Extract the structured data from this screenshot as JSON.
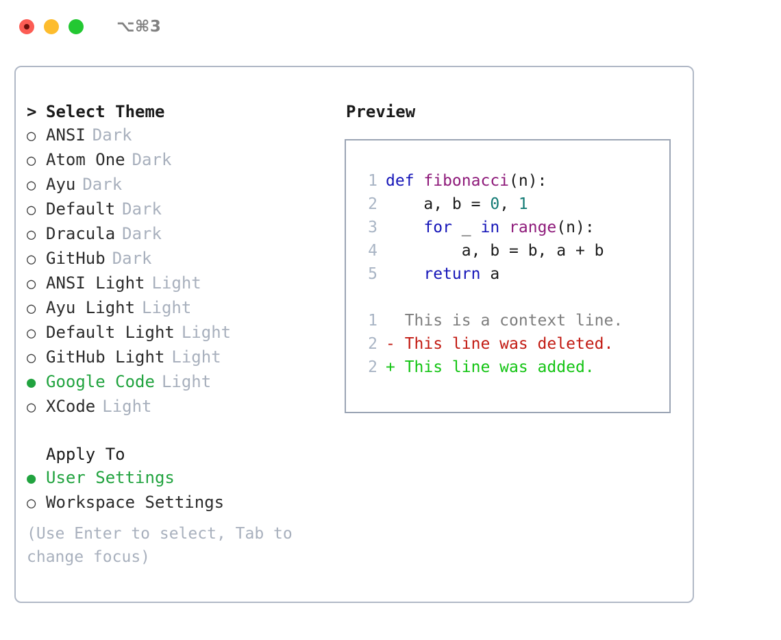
{
  "window": {
    "traffic_lights": [
      "close",
      "minimize",
      "maximize"
    ],
    "shortcut": "⌥⌘3"
  },
  "theme_list": {
    "header": "Select Theme",
    "caret": ">",
    "bullet_selected": "●",
    "bullet_unselected": "○",
    "items": [
      {
        "label": "ANSI",
        "variant": "Dark",
        "selected": false
      },
      {
        "label": "Atom One",
        "variant": "Dark",
        "selected": false
      },
      {
        "label": "Ayu",
        "variant": "Dark",
        "selected": false
      },
      {
        "label": "Default",
        "variant": "Dark",
        "selected": false
      },
      {
        "label": "Dracula",
        "variant": "Dark",
        "selected": false
      },
      {
        "label": "GitHub",
        "variant": "Dark",
        "selected": false
      },
      {
        "label": "ANSI Light",
        "variant": "Light",
        "selected": false
      },
      {
        "label": "Ayu Light",
        "variant": "Light",
        "selected": false
      },
      {
        "label": "Default Light",
        "variant": "Light",
        "selected": false
      },
      {
        "label": "GitHub Light",
        "variant": "Light",
        "selected": false
      },
      {
        "label": "Google Code",
        "variant": "Light",
        "selected": true
      },
      {
        "label": "XCode",
        "variant": "Light",
        "selected": false
      }
    ]
  },
  "apply_to": {
    "header": "Apply To",
    "items": [
      {
        "label": "User Settings",
        "selected": true
      },
      {
        "label": "Workspace Settings",
        "selected": false
      }
    ]
  },
  "hint": "(Use Enter to select, Tab to change focus)",
  "preview": {
    "title": "Preview",
    "code_lines": [
      {
        "no": "1",
        "tokens": [
          {
            "t": "def ",
            "c": "kw"
          },
          {
            "t": "fibonacci",
            "c": "fn"
          },
          {
            "t": "(n):",
            "c": "plain"
          }
        ]
      },
      {
        "no": "2",
        "tokens": [
          {
            "t": "    a, b = ",
            "c": "plain"
          },
          {
            "t": "0",
            "c": "num"
          },
          {
            "t": ", ",
            "c": "plain"
          },
          {
            "t": "1",
            "c": "num"
          }
        ]
      },
      {
        "no": "3",
        "tokens": [
          {
            "t": "    ",
            "c": "plain"
          },
          {
            "t": "for",
            "c": "kw"
          },
          {
            "t": " _ ",
            "c": "plain"
          },
          {
            "t": "in",
            "c": "kw"
          },
          {
            "t": " ",
            "c": "plain"
          },
          {
            "t": "range",
            "c": "fn"
          },
          {
            "t": "(n):",
            "c": "plain"
          }
        ]
      },
      {
        "no": "4",
        "tokens": [
          {
            "t": "        a, b = b, a + b",
            "c": "plain"
          }
        ]
      },
      {
        "no": "5",
        "tokens": [
          {
            "t": "    ",
            "c": "plain"
          },
          {
            "t": "return",
            "c": "kw"
          },
          {
            "t": " a",
            "c": "plain"
          }
        ]
      }
    ],
    "diff_lines": [
      {
        "no": "1",
        "marker": " ",
        "text": "  This is a context line.",
        "kind": "ctx"
      },
      {
        "no": "2",
        "marker": "-",
        "text": "- This line was deleted.",
        "kind": "del"
      },
      {
        "no": "2",
        "marker": "+",
        "text": "+ This line was added.",
        "kind": "add"
      }
    ]
  },
  "colors": {
    "accent_green": "#21a33f",
    "muted": "#a8b0bd",
    "border": "#b0b8c6",
    "preview_border": "#9aa4b4",
    "keyword": "#1515b8",
    "function": "#8e1a7a",
    "number": "#127a74",
    "diff_add": "#13c413",
    "diff_del": "#c21a12",
    "diff_ctx": "#7d7d7d",
    "traffic_close": "#fc5c54",
    "traffic_min": "#fdbc2d",
    "traffic_max": "#23c832"
  }
}
